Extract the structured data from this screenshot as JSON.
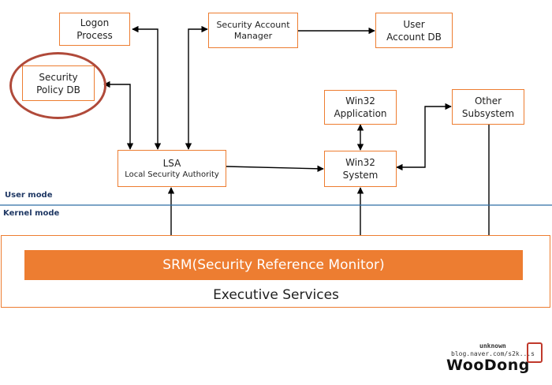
{
  "boxes": {
    "logon": [
      "Logon",
      "Process"
    ],
    "sam": [
      "Security Account",
      "Manager"
    ],
    "userdb": [
      "User",
      "Account DB"
    ],
    "policydb": [
      "Security",
      "Policy DB"
    ],
    "win32app": [
      "Win32",
      "Application"
    ],
    "other": [
      "Other",
      "Subsystem"
    ],
    "lsa": [
      "LSA",
      "Local Security Authority"
    ],
    "win32sys": [
      "Win32",
      "System"
    ]
  },
  "modes": {
    "user": "User mode",
    "kernel": "Kernel mode"
  },
  "srm_label": "SRM(Security Reference Monitor)",
  "executive_label": "Executive Services",
  "watermark": {
    "tag": "unknown",
    "blog": "blog.naver.com/s2k...s",
    "name": "WooDong"
  },
  "colors": {
    "accent": "#ed7d31",
    "circle": "#b04a3a",
    "divider": "#2e6da4",
    "line": "#000000"
  }
}
